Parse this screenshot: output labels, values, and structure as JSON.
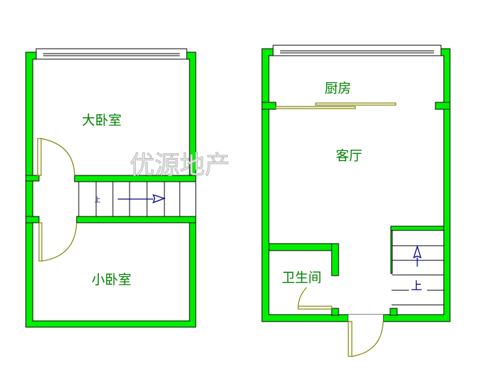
{
  "rooms": {
    "master_bedroom": "大卧室",
    "small_bedroom": "小卧室",
    "kitchen": "厨房",
    "living_room": "客厅",
    "bathroom": "卫生间"
  },
  "stairs": {
    "up_label": "上",
    "upper_stair_label": "上"
  },
  "watermark": "优源地产",
  "colors": {
    "wall": "#00ee00",
    "label": "#008000",
    "door": "#808000",
    "stair_arrow": "#000080"
  }
}
